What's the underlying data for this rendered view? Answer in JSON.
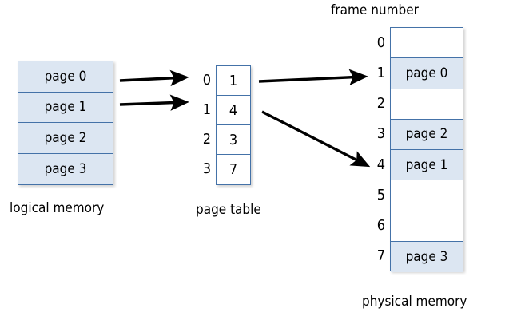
{
  "captions": {
    "frame_number": "frame number",
    "logical_memory": "logical memory",
    "page_table": "page table",
    "physical_memory": "physical memory"
  },
  "logical_memory": {
    "rows": [
      {
        "label": "page 0",
        "filled": true
      },
      {
        "label": "page 1",
        "filled": true
      },
      {
        "label": "page 2",
        "filled": true
      },
      {
        "label": "page 3",
        "filled": true
      }
    ]
  },
  "page_table": {
    "indices": [
      "0",
      "1",
      "2",
      "3"
    ],
    "values": [
      "1",
      "4",
      "3",
      "7"
    ]
  },
  "physical_memory": {
    "indices": [
      "0",
      "1",
      "2",
      "3",
      "4",
      "5",
      "6",
      "7"
    ],
    "rows": [
      {
        "label": "",
        "filled": false
      },
      {
        "label": "page 0",
        "filled": true
      },
      {
        "label": "",
        "filled": false
      },
      {
        "label": "page 2",
        "filled": true
      },
      {
        "label": "page 1",
        "filled": true
      },
      {
        "label": "",
        "filled": false
      },
      {
        "label": "",
        "filled": false
      },
      {
        "label": "page 3",
        "filled": true
      }
    ]
  },
  "arrows": [
    {
      "name": "arrow-page0-to-pagetable-0",
      "from": "logical page 0",
      "to": "page table index 0"
    },
    {
      "name": "arrow-page1-to-pagetable-1",
      "from": "logical page 1",
      "to": "page table index 1"
    },
    {
      "name": "arrow-pagetable-value1-to-frame1",
      "from": "page table entry 1",
      "to": "frame 1"
    },
    {
      "name": "arrow-pagetable-value4-to-frame4",
      "from": "page table entry 4",
      "to": "frame 4"
    }
  ],
  "colors": {
    "cell_fill": "#dce6f2",
    "cell_border": "#4472a8",
    "arrow": "#000000",
    "background": "#ffffff",
    "text": "#000000"
  }
}
